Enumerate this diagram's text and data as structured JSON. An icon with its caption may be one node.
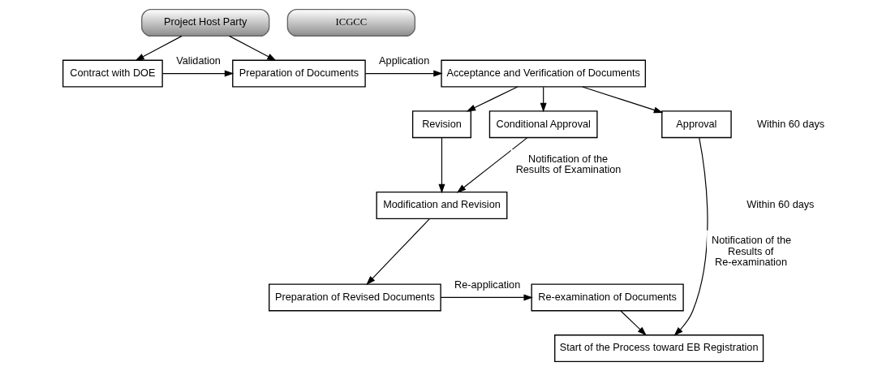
{
  "diagram": {
    "nodes": [
      {
        "text": [
          "Project Host Party"
        ]
      },
      {
        "text": [
          "ICGCC"
        ]
      },
      {
        "text": [
          "Contract with DOE"
        ]
      },
      {
        "text": [
          "Preparation of Documents"
        ]
      },
      {
        "text": [
          "Acceptance and Verification of Documents"
        ]
      },
      {
        "text": [
          "Modification and Revision"
        ]
      },
      {
        "text": [
          "Revision"
        ]
      },
      {
        "text": [
          "Conditional Approval"
        ]
      },
      {
        "text": [
          "Approval"
        ]
      },
      {
        "text": [
          "Preparation of Revised Documents"
        ]
      },
      {
        "text": [
          "Re-examination of Documents"
        ]
      },
      {
        "text": [
          "Start of the Process toward EB Registration"
        ]
      }
    ],
    "edges": [
      {
        "from": 0,
        "to": 3,
        "arrow": "to"
      },
      {
        "from": 0,
        "to": 2,
        "arrow": "to"
      },
      {
        "from": 2,
        "to": 3,
        "arrow": "to",
        "label": "Validation"
      },
      {
        "from": 3,
        "to": 4,
        "arrow": "to",
        "label": "Application"
      },
      {
        "from": 4,
        "to": 6,
        "arrow": "to"
      },
      {
        "from": 4,
        "to": 7,
        "arrow": "to"
      },
      {
        "from": 4,
        "to": 8,
        "arrow": "to"
      },
      {
        "from": 6,
        "to": 5,
        "arrow": "to"
      },
      {
        "from": 7,
        "to": 5,
        "arrow": "to",
        "label": "Notification of the Results of Examination"
      },
      {
        "from": 5,
        "to": 9,
        "arrow": "to"
      },
      {
        "from": 9,
        "to": 10,
        "arrow": "to",
        "label": "Re-application"
      },
      {
        "from": 10,
        "to": 11,
        "arrow": "to"
      },
      {
        "from": 8,
        "to": 11,
        "arrow": "to",
        "label": "Notification of the Results of Re-examination"
      }
    ],
    "labels": [
      "Within 60 days",
      "Within 60 days"
    ]
  }
}
